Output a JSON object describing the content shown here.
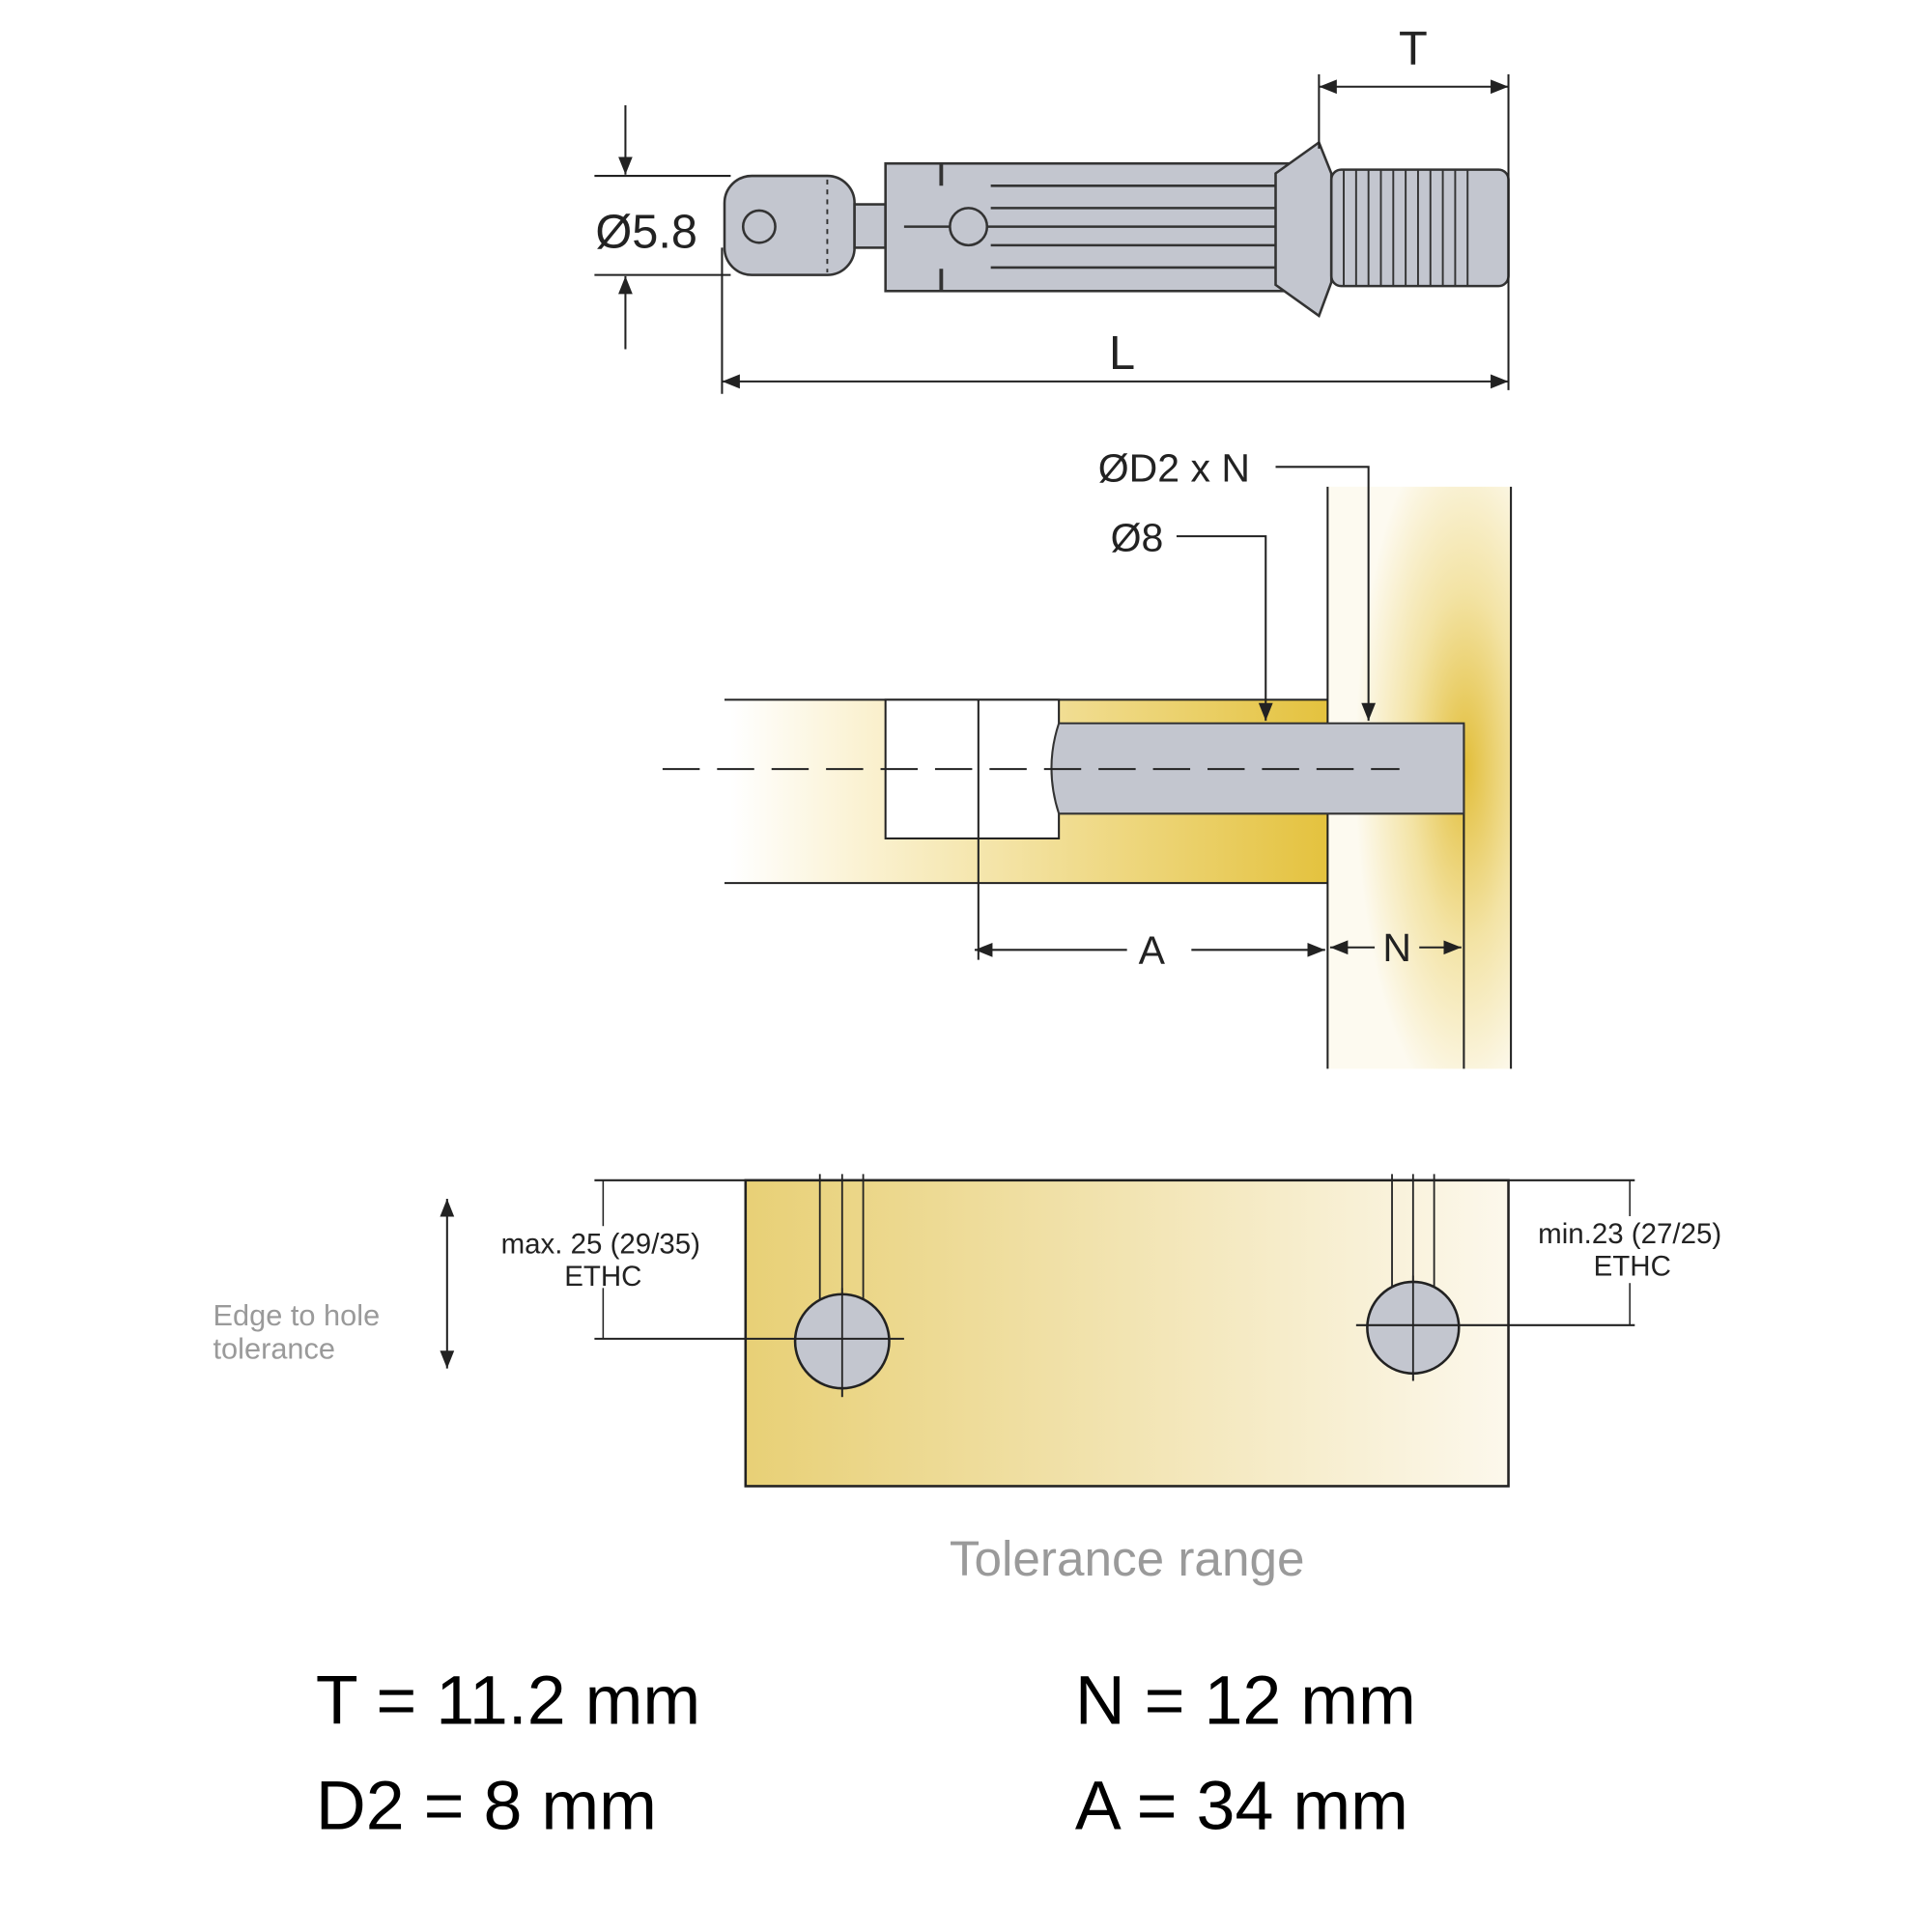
{
  "top_view": {
    "label_T": "T",
    "label_L": "L",
    "label_diameter": "Ø5.8"
  },
  "section_view": {
    "label_d2n": "ØD2 x N",
    "label_d8": "Ø8",
    "label_A": "A",
    "label_N": "N"
  },
  "tolerance_view": {
    "left_dim": "max. 25 (29/35)",
    "left_dim_sub": "ETHC",
    "right_dim": "min.23 (27/25)",
    "right_dim_sub": "ETHC",
    "edge_label_line1": "Edge to hole",
    "edge_label_line2": "tolerance",
    "caption": "Tolerance range"
  },
  "specs": [
    {
      "text": "T = 11.2 mm"
    },
    {
      "text": "N = 12 mm"
    },
    {
      "text": "D2 = 8 mm"
    },
    {
      "text": "A = 34 mm"
    }
  ],
  "colors": {
    "wood": "#e6c550",
    "wood_light": "#fbf6e4",
    "metal": "#c3c6cf"
  }
}
